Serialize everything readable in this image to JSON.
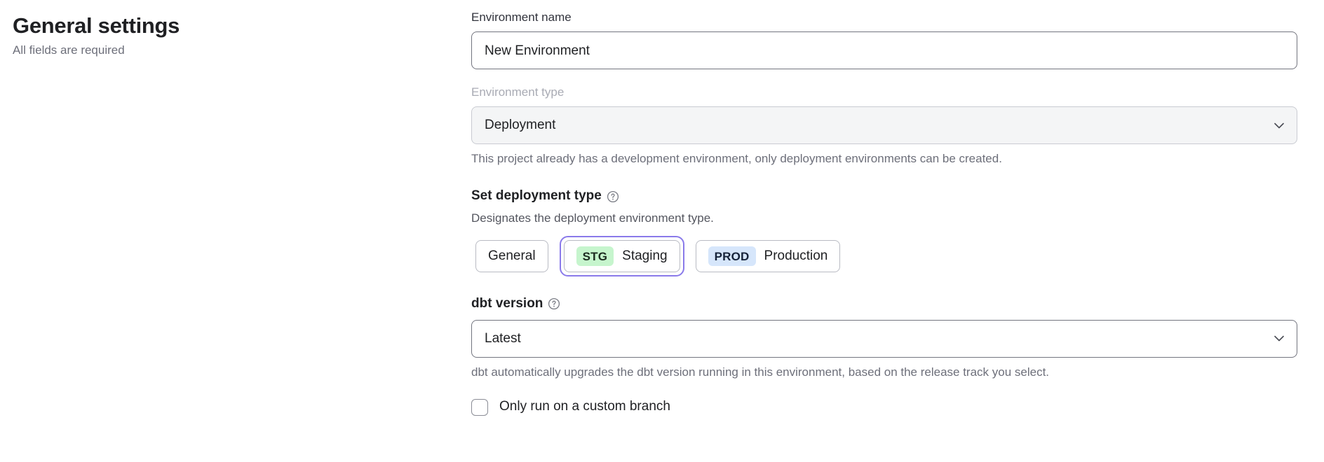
{
  "header": {
    "title": "General settings",
    "subtitle": "All fields are required"
  },
  "form": {
    "environment_name": {
      "label": "Environment name",
      "value": "New Environment",
      "placeholder": "Environment name"
    },
    "environment_type": {
      "label": "Environment type",
      "value": "Deployment",
      "disabled": true,
      "help": "This project already has a development environment, only deployment environments can be created.",
      "chevron_icon": "chevron-down-icon"
    },
    "deployment_type": {
      "heading": "Set deployment type",
      "help_icon": "help-circle-icon",
      "description": "Designates the deployment environment type.",
      "options": [
        {
          "label": "General",
          "badge": null,
          "badge_color": null,
          "selected": false
        },
        {
          "label": "Staging",
          "badge": "STG",
          "badge_color": "#c6f5cd",
          "selected": true
        },
        {
          "label": "Production",
          "badge": "PROD",
          "badge_color": "#d6e6fb",
          "selected": false
        }
      ],
      "focus_ring_color": "#8a7aea"
    },
    "dbt_version": {
      "label": "dbt version",
      "help_icon": "help-circle-icon",
      "value": "Latest",
      "chevron_icon": "chevron-down-icon",
      "help": "dbt automatically upgrades the dbt version running in this environment, based on the release track you select."
    },
    "custom_branch": {
      "label": "Only run on a custom branch",
      "checked": false
    }
  }
}
